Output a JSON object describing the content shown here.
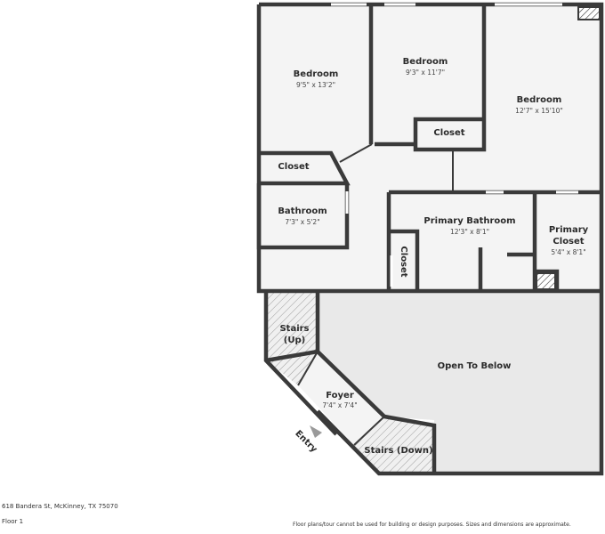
{
  "rooms": {
    "bedroom_left": {
      "name": "Bedroom",
      "dims": "9'5\" x 13'2\""
    },
    "bedroom_middle": {
      "name": "Bedroom",
      "dims": "9'3\" x 11'7\""
    },
    "bedroom_right": {
      "name": "Bedroom",
      "dims": "12'7\" x 15'10\""
    },
    "closet_middle": {
      "name": "Closet"
    },
    "closet_left": {
      "name": "Closet"
    },
    "bathroom": {
      "name": "Bathroom",
      "dims": "7'3\" x 5'2\""
    },
    "primary_bathroom": {
      "name": "Primary Bathroom",
      "dims": "12'3\" x 8'1\""
    },
    "primary_closet": {
      "name_line1": "Primary",
      "name_line2": "Closet",
      "dims": "5'4\" x 8'1\""
    },
    "small_closet": {
      "name": "Closet"
    },
    "stairs_up": {
      "name_line1": "Stairs",
      "name_line2": "(Up)"
    },
    "open_to_below": {
      "name": "Open To Below"
    },
    "foyer": {
      "name": "Foyer",
      "dims": "7'4\" x 7'4\""
    },
    "stairs_down": {
      "name": "Stairs (Down)"
    },
    "entry": {
      "name": "Entry"
    }
  },
  "footer": {
    "address": "618 Bandera St, McKinney, TX 75070",
    "floor": "Floor 1",
    "disclaimer": "Floor plans/tour cannot be used for building or design purposes. Sizes and dimensions are approximate."
  },
  "colors": {
    "wall": "#3a3a3a",
    "floor": "#f4f4f4",
    "open_area": "#e8e8e8",
    "window": "#ffffff"
  }
}
